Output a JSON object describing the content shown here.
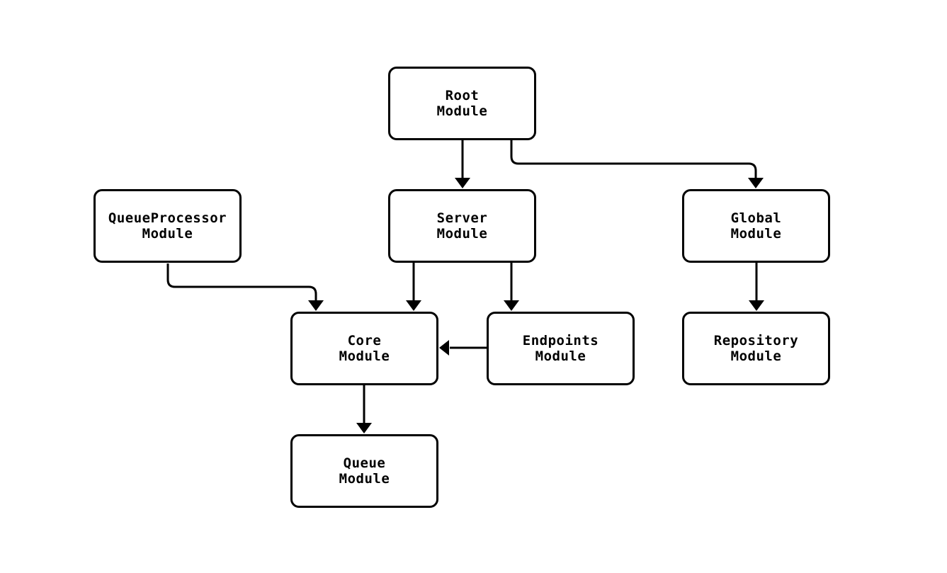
{
  "diagram": {
    "type": "module-dependency-graph",
    "background_color": "#ffffff",
    "node_fill_color": "#ffffff",
    "stroke_color": "#000000",
    "text_color": "#000000",
    "nodes": [
      {
        "id": "root",
        "label": "Root\nModule"
      },
      {
        "id": "queueprocessor",
        "label": "QueueProcessor\nModule"
      },
      {
        "id": "server",
        "label": "Server\nModule"
      },
      {
        "id": "global",
        "label": "Global\nModule"
      },
      {
        "id": "core",
        "label": "Core\nModule"
      },
      {
        "id": "endpoints",
        "label": "Endpoints\nModule"
      },
      {
        "id": "repository",
        "label": "Repository\nModule"
      },
      {
        "id": "queue",
        "label": "Queue\nModule"
      }
    ],
    "edges": [
      {
        "from": "root",
        "to": "server"
      },
      {
        "from": "root",
        "to": "global"
      },
      {
        "from": "queueprocessor",
        "to": "core"
      },
      {
        "from": "server",
        "to": "core"
      },
      {
        "from": "server",
        "to": "endpoints"
      },
      {
        "from": "endpoints",
        "to": "core"
      },
      {
        "from": "global",
        "to": "repository"
      },
      {
        "from": "core",
        "to": "queue"
      }
    ]
  }
}
